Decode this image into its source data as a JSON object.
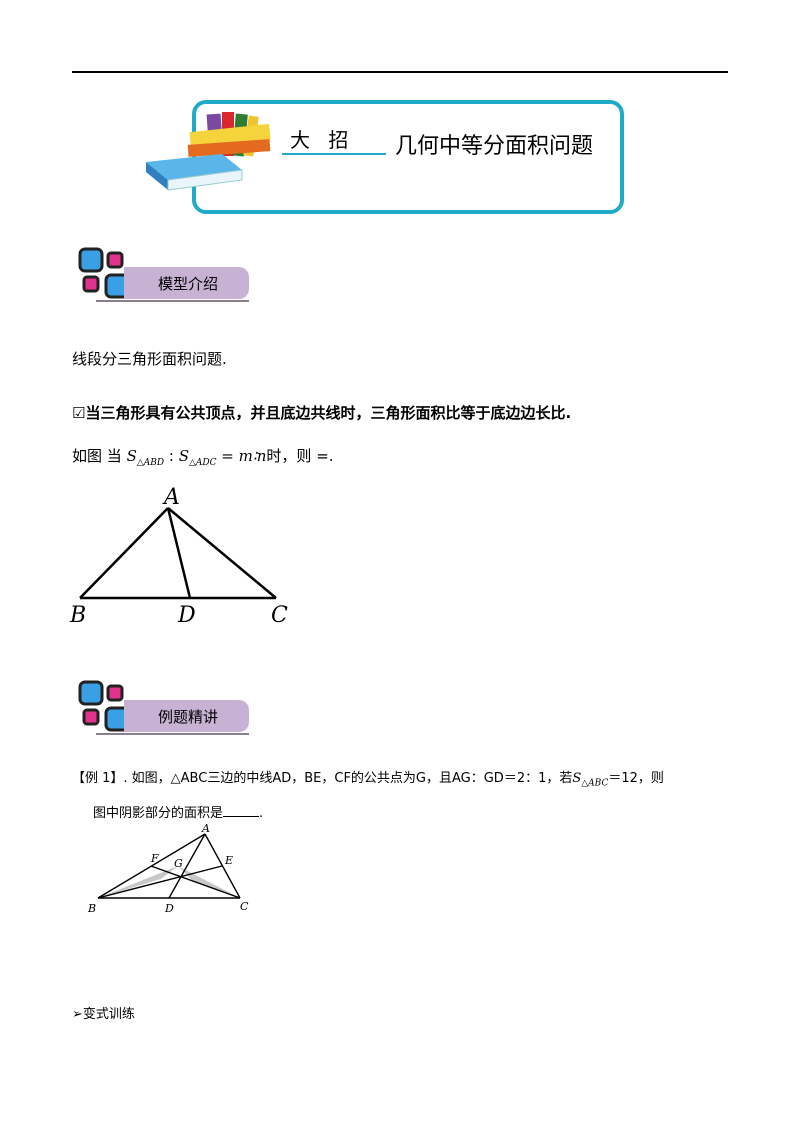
{
  "header": {
    "tag": "大 招",
    "title": "几何中等分面积问题"
  },
  "sections": {
    "model_intro": "模型介绍",
    "examples": "例题精讲"
  },
  "model": {
    "intro_line": "线段分三角形面积问题.",
    "rule_line": "☑当三角形具有公共顶点，并且底边共线时，三角形面积比等于底边边长比.",
    "formula": {
      "prefix": "如图 当",
      "s1": "S",
      "s1_sub": "△ABD",
      "colon": " : ",
      "s2": "S",
      "s2_sub": "△ADC",
      "eq": " = m∶n",
      "suffix": "时，则 =."
    },
    "figure_labels": {
      "A": "A",
      "B": "B",
      "C": "C",
      "D": "D"
    }
  },
  "example1": {
    "tag": "【例 1】",
    "text_a": ". 如图，△ABC三边的中线AD，BE，CF的公共点为G，且AG：GD＝2：1，若",
    "s": "S",
    "s_sub": "△ABC",
    "text_b": "＝12，则",
    "line2": "图中阴影部分的面积是",
    "line2_end": ".",
    "figure_labels": {
      "A": "A",
      "B": "B",
      "C": "C",
      "D": "D",
      "E": "E",
      "F": "F",
      "G": "G"
    }
  },
  "variation": "➢变式训练"
}
